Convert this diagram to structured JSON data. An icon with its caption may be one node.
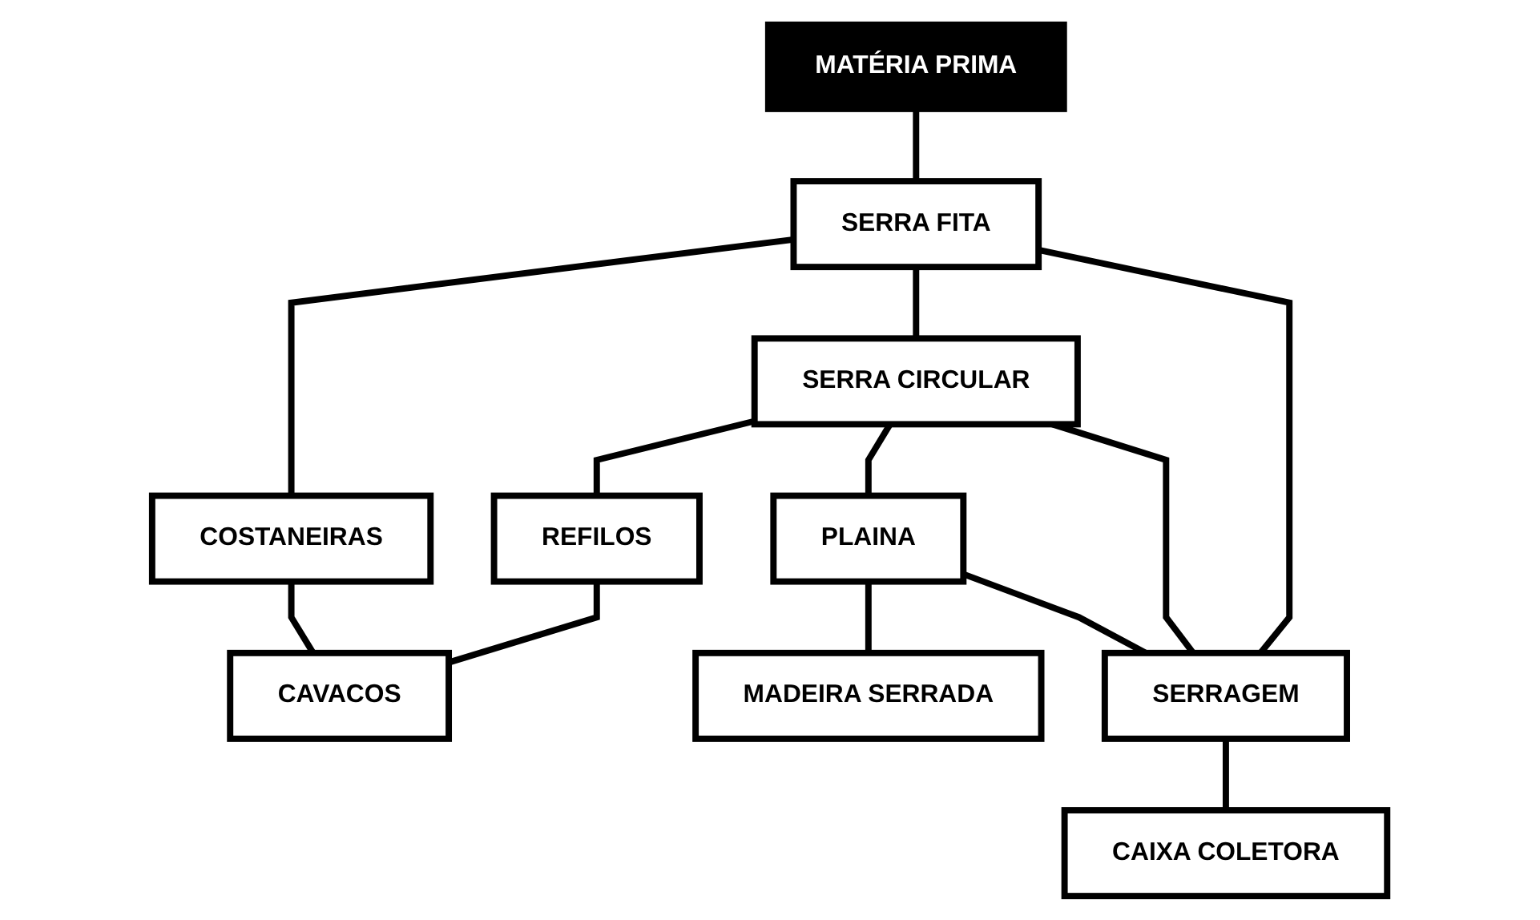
{
  "diagram": {
    "nodes": [
      {
        "text": [
          "MATÉRIA PRIMA"
        ]
      },
      {
        "text": [
          "COSTANEIRAS"
        ]
      },
      {
        "text": [
          "SERRA FITA"
        ]
      },
      {
        "text": [
          "REFILOS"
        ]
      },
      {
        "text": [
          "SERRA CIRCULAR"
        ]
      },
      {
        "text": [
          "CAVACOS"
        ]
      },
      {
        "text": [
          "PLAINA"
        ]
      },
      {
        "text": [
          "SERRAGEM"
        ]
      },
      {
        "text": [
          "MADEIRA SERRADA"
        ]
      },
      {
        "text": [
          "CAIXA COLETORA"
        ]
      }
    ],
    "edges": [
      {
        "from": 0,
        "to": 2,
        "arrow": "none"
      },
      {
        "from": 2,
        "to": 1,
        "arrow": "none"
      },
      {
        "from": 1,
        "to": 5,
        "arrow": "none"
      },
      {
        "from": 2,
        "to": 4,
        "arrow": "none"
      },
      {
        "from": 4,
        "to": 3,
        "arrow": "none"
      },
      {
        "from": 3,
        "to": 5,
        "arrow": "none"
      },
      {
        "from": 4,
        "to": 6,
        "arrow": "none"
      },
      {
        "from": 6,
        "to": 8,
        "arrow": "none"
      },
      {
        "from": 2,
        "to": 7,
        "arrow": "none"
      },
      {
        "from": 4,
        "to": 7,
        "arrow": "none"
      },
      {
        "from": 6,
        "to": 7,
        "arrow": "none"
      },
      {
        "from": 7,
        "to": 9,
        "arrow": "none"
      }
    ]
  }
}
